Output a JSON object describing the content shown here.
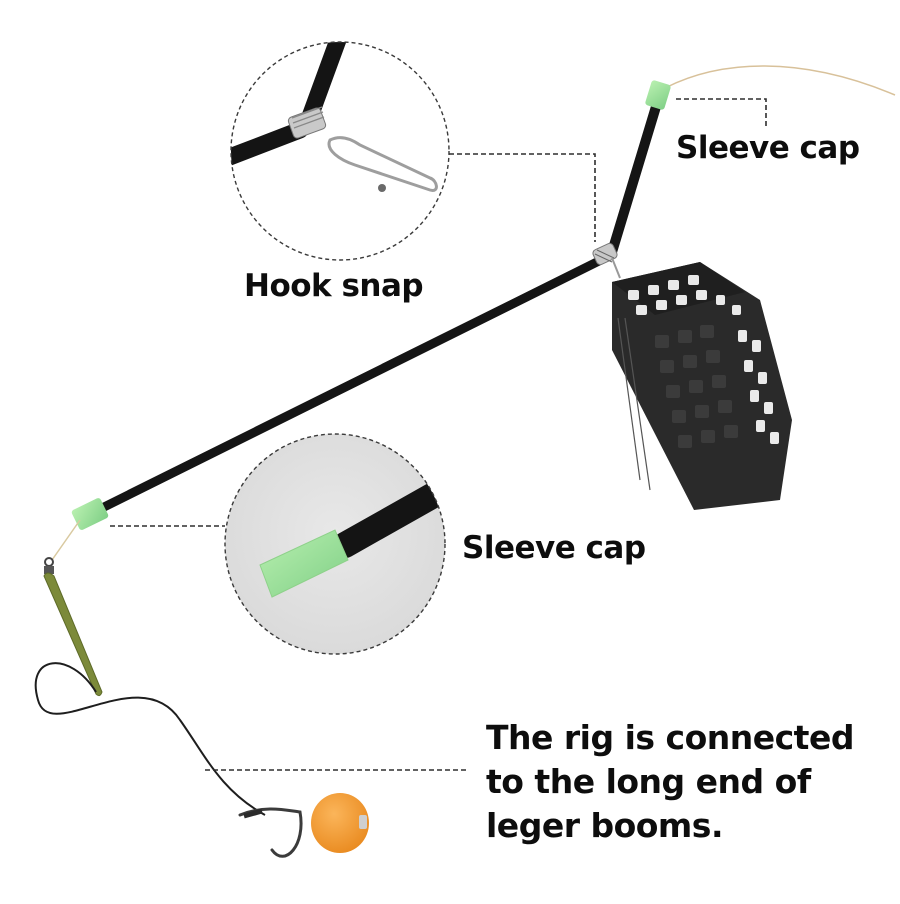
{
  "diagram": {
    "subject": "Leger boom fishing feeder rig",
    "callouts": {
      "sleeve_cap_top": "Sleeve cap",
      "hook_snap": "Hook snap",
      "sleeve_cap_middle": "Sleeve cap",
      "rig_note": {
        "line1": "The rig is connected",
        "line2": "to the long end of",
        "line3": "leger booms."
      }
    },
    "components": [
      "leger boom (long arm)",
      "leger boom (short arm)",
      "sleeve cap",
      "hook snap",
      "cage feeder",
      "swivel",
      "anti-tangle sleeve",
      "hooklink",
      "hook",
      "orange pop-up bait"
    ],
    "colors": {
      "background": "#ffffff",
      "boom": "#151515",
      "sleeve_cap": "#9fe09a",
      "feeder": "#2a2a2a",
      "bait": "#f29a2e",
      "sleeve": "#7c8a3a",
      "text": "#0d0d0d",
      "callout_line": "#333333"
    }
  }
}
